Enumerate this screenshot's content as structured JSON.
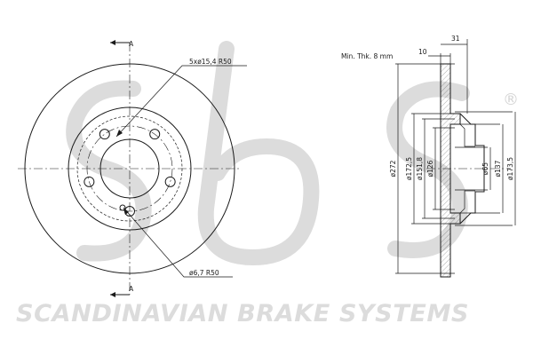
{
  "watermark": {
    "tagline": "SCANDINAVIAN BRAKE SYSTEMS",
    "registered_mark": "®"
  },
  "front_view": {
    "section_marker_top": "A",
    "section_marker_bottom": "A",
    "bolt_callout": "5xø15,4  R50",
    "pin_callout": "ø6,7  R50"
  },
  "section_view": {
    "min_thickness_note": "Min. Thk. 8 mm",
    "dim_thickness": "10",
    "dim_height": "31",
    "diameters_left": [
      "ø272",
      "ø172,5",
      "ø151,8",
      "ø126"
    ],
    "diameters_right": [
      "ø65",
      "ø137",
      "ø173,5"
    ]
  },
  "colors": {
    "line": "#1a1a1a",
    "watermark": "#dcdcdc"
  }
}
